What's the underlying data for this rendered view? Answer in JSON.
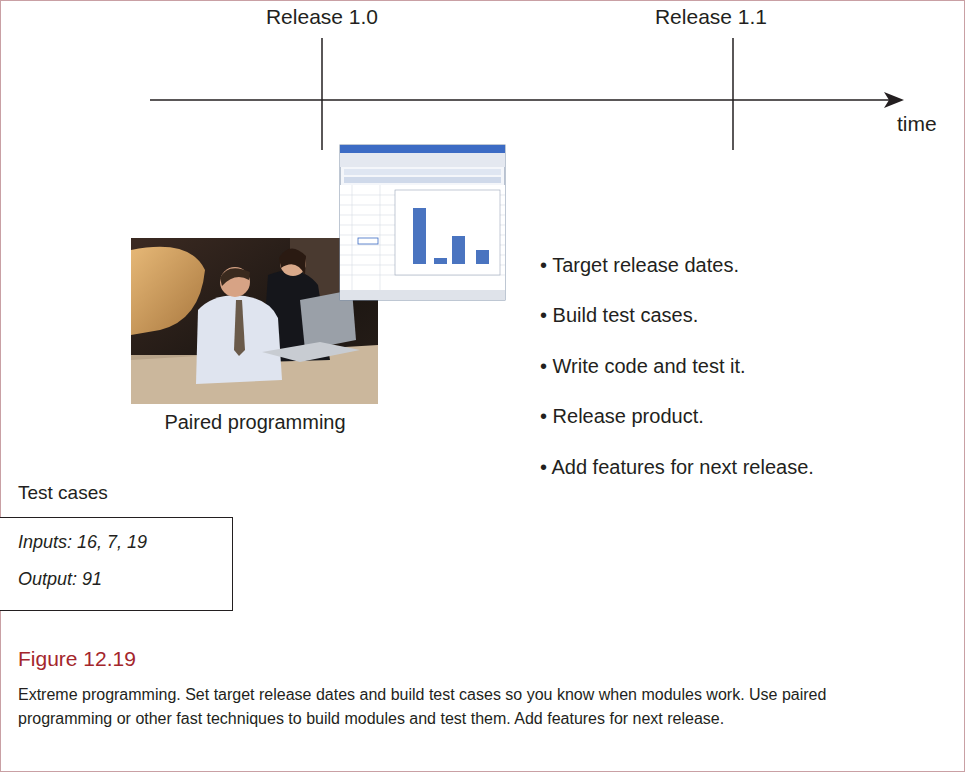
{
  "diagram": {
    "title": "Figure 12.19",
    "caption": "Extreme programming. Set target release dates and build test cases so you know when modules work. Use paired programming or other fast techniques to build modules and test them. Add features for next release.",
    "nodes": [
      {
        "text": [
          "Test cases",
          "Inputs: 16, 7, 19",
          "Output: 91"
        ]
      }
    ],
    "labels": [
      "Release 1.0",
      "Release 1.1",
      "time",
      "Paired programming",
      "• Target release dates.",
      "• Build test cases.",
      "• Write code and test it.",
      "• Release product.",
      "• Add features for next release."
    ]
  }
}
